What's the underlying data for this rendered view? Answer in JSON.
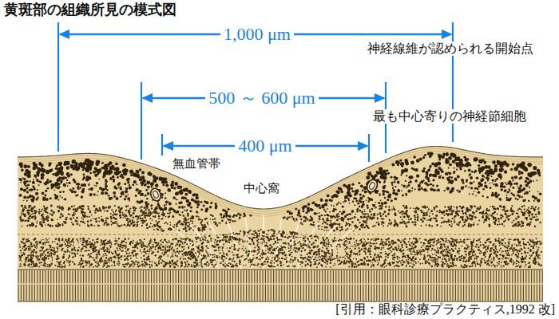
{
  "diagram": {
    "title": "黄斑部の組織所見の模式図",
    "labels": [
      "1,000 μm",
      "神経線維が認められる開始点",
      "500 ～ 600 μm",
      "最も中心寄りの神経節細胞",
      "400 μm",
      "無血管帯",
      "中心窩",
      "[引用：眼科診療プラクティス,1992 改]"
    ]
  }
}
